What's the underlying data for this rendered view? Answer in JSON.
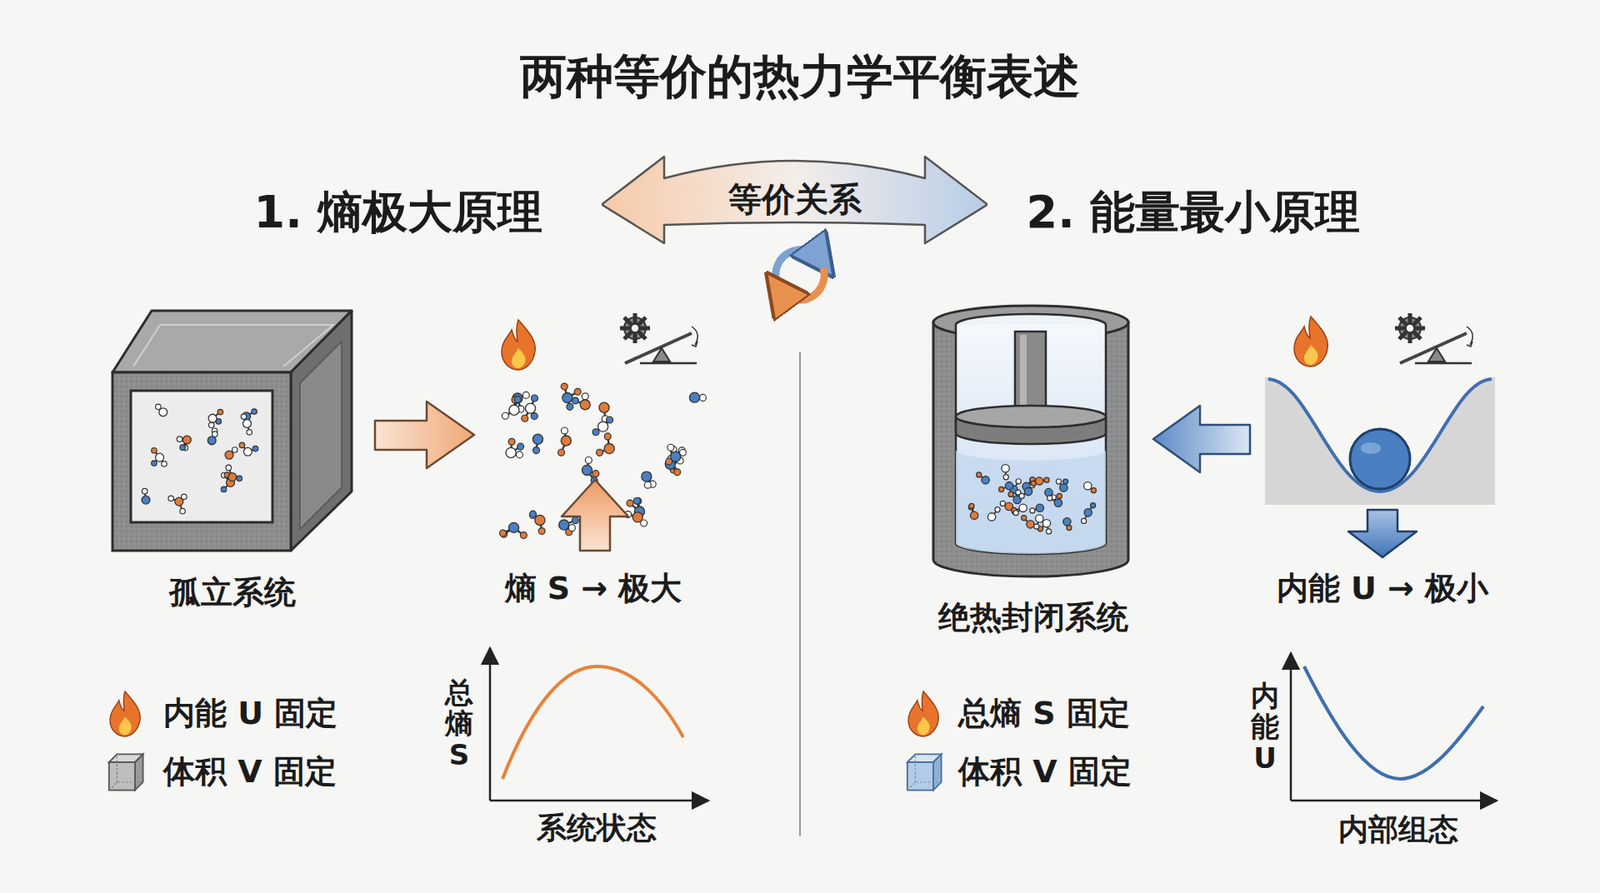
{
  "diagram": {
    "title": "两种等价的热力学平衡表述",
    "nodes": [
      {
        "text": [
          "等价关系"
        ]
      }
    ],
    "labels": [
      "1. 熵极大原理",
      "2. 能量最小原理",
      "孤立系统",
      "熵 S → 极大",
      "内能 U 固定",
      "体积 V 固定",
      "总熵 S",
      "系统状态",
      "绝热封闭系统",
      "内能 U → 极小",
      "总熵 S 固定",
      "体积 V 固定",
      "内能 U",
      "内部组态"
    ]
  }
}
